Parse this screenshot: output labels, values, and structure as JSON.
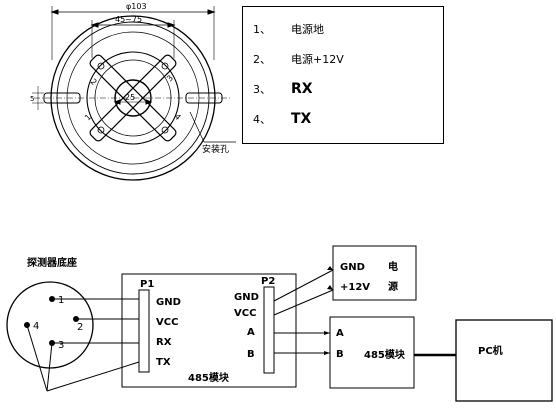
{
  "mount_drawing": {
    "dim_outer": "φ103",
    "dim_range": "45~75",
    "dim_center": "25",
    "dim_side": "5",
    "pin_numbers": [
      "1",
      "2",
      "3",
      "4"
    ],
    "mount_hole_label": "安装孔"
  },
  "pin_list": {
    "items": [
      {
        "num": "1、",
        "label": "电源地"
      },
      {
        "num": "2、",
        "label": "电源+12V"
      },
      {
        "num": "3、",
        "label": "RX"
      },
      {
        "num": "4、",
        "label": "TX"
      }
    ]
  },
  "wiring": {
    "base_title": "探测器底座",
    "base_pins": [
      "1",
      "2",
      "3",
      "4"
    ],
    "p1": {
      "title": "P1",
      "pins": [
        "GND",
        "VCC",
        "RX",
        "TX"
      ]
    },
    "p2": {
      "title": "P2",
      "pins": [
        "GND",
        "VCC",
        "A",
        "B"
      ]
    },
    "board_label": "485模块",
    "power": {
      "gnd": "GND",
      "v12": "+12V",
      "label_a": "电",
      "label_b": "源"
    },
    "module": {
      "a": "A",
      "b": "B",
      "label": "485模块"
    },
    "pc": "PC机"
  }
}
